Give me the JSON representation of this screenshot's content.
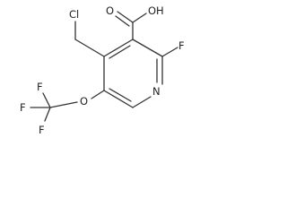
{
  "molecule": {
    "atoms": {
      "oh": "OH",
      "o_carbonyl": "O",
      "cl": "Cl",
      "f_ring": "F",
      "n_ring": "N",
      "o_ether": "O",
      "f_cf3_top": "F",
      "f_cf3_left": "F",
      "f_cf3_bottom": "F"
    }
  }
}
